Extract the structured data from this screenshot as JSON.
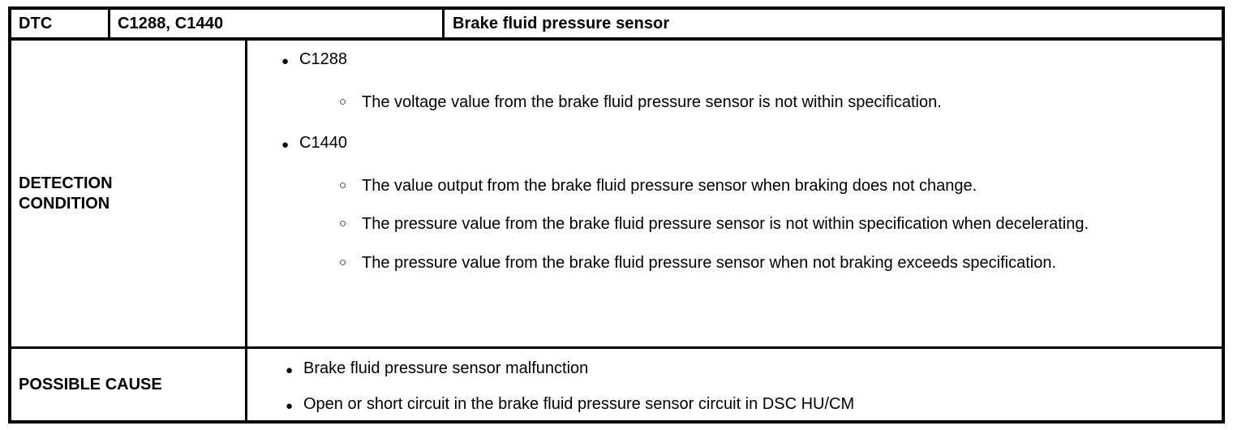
{
  "document": {
    "type": "dtc-diagnostic-table",
    "colors": {
      "border": "#000000",
      "background": "#ffffff",
      "text": "#000000"
    }
  },
  "header": {
    "dtc_label": "DTC",
    "dtc_codes": "C1288, C1440",
    "dtc_name": "Brake fluid pressure sensor"
  },
  "rows": [
    {
      "label": "DETECTION\nCONDITION",
      "groups": [
        {
          "bullet": "●",
          "title": "C1288",
          "items": [
            {
              "bullet": "○",
              "text": "The voltage value from the brake fluid pressure sensor is not within specification."
            }
          ]
        },
        {
          "bullet": "●",
          "title": "C1440",
          "items": [
            {
              "bullet": "○",
              "text": "The value output from the brake fluid pressure sensor when braking does not change."
            },
            {
              "bullet": "○",
              "text": "The pressure value from the brake fluid pressure sensor is not within specification when decelerating."
            },
            {
              "bullet": "○",
              "text": "The pressure value from the brake fluid pressure sensor when not braking exceeds specification."
            }
          ]
        }
      ]
    },
    {
      "label": "POSSIBLE CAUSE",
      "items": [
        {
          "bullet": "●",
          "text": "Brake fluid pressure sensor malfunction"
        },
        {
          "bullet": "●",
          "text": "Open or short circuit in the brake fluid pressure sensor circuit in DSC HU/CM"
        }
      ]
    }
  ]
}
